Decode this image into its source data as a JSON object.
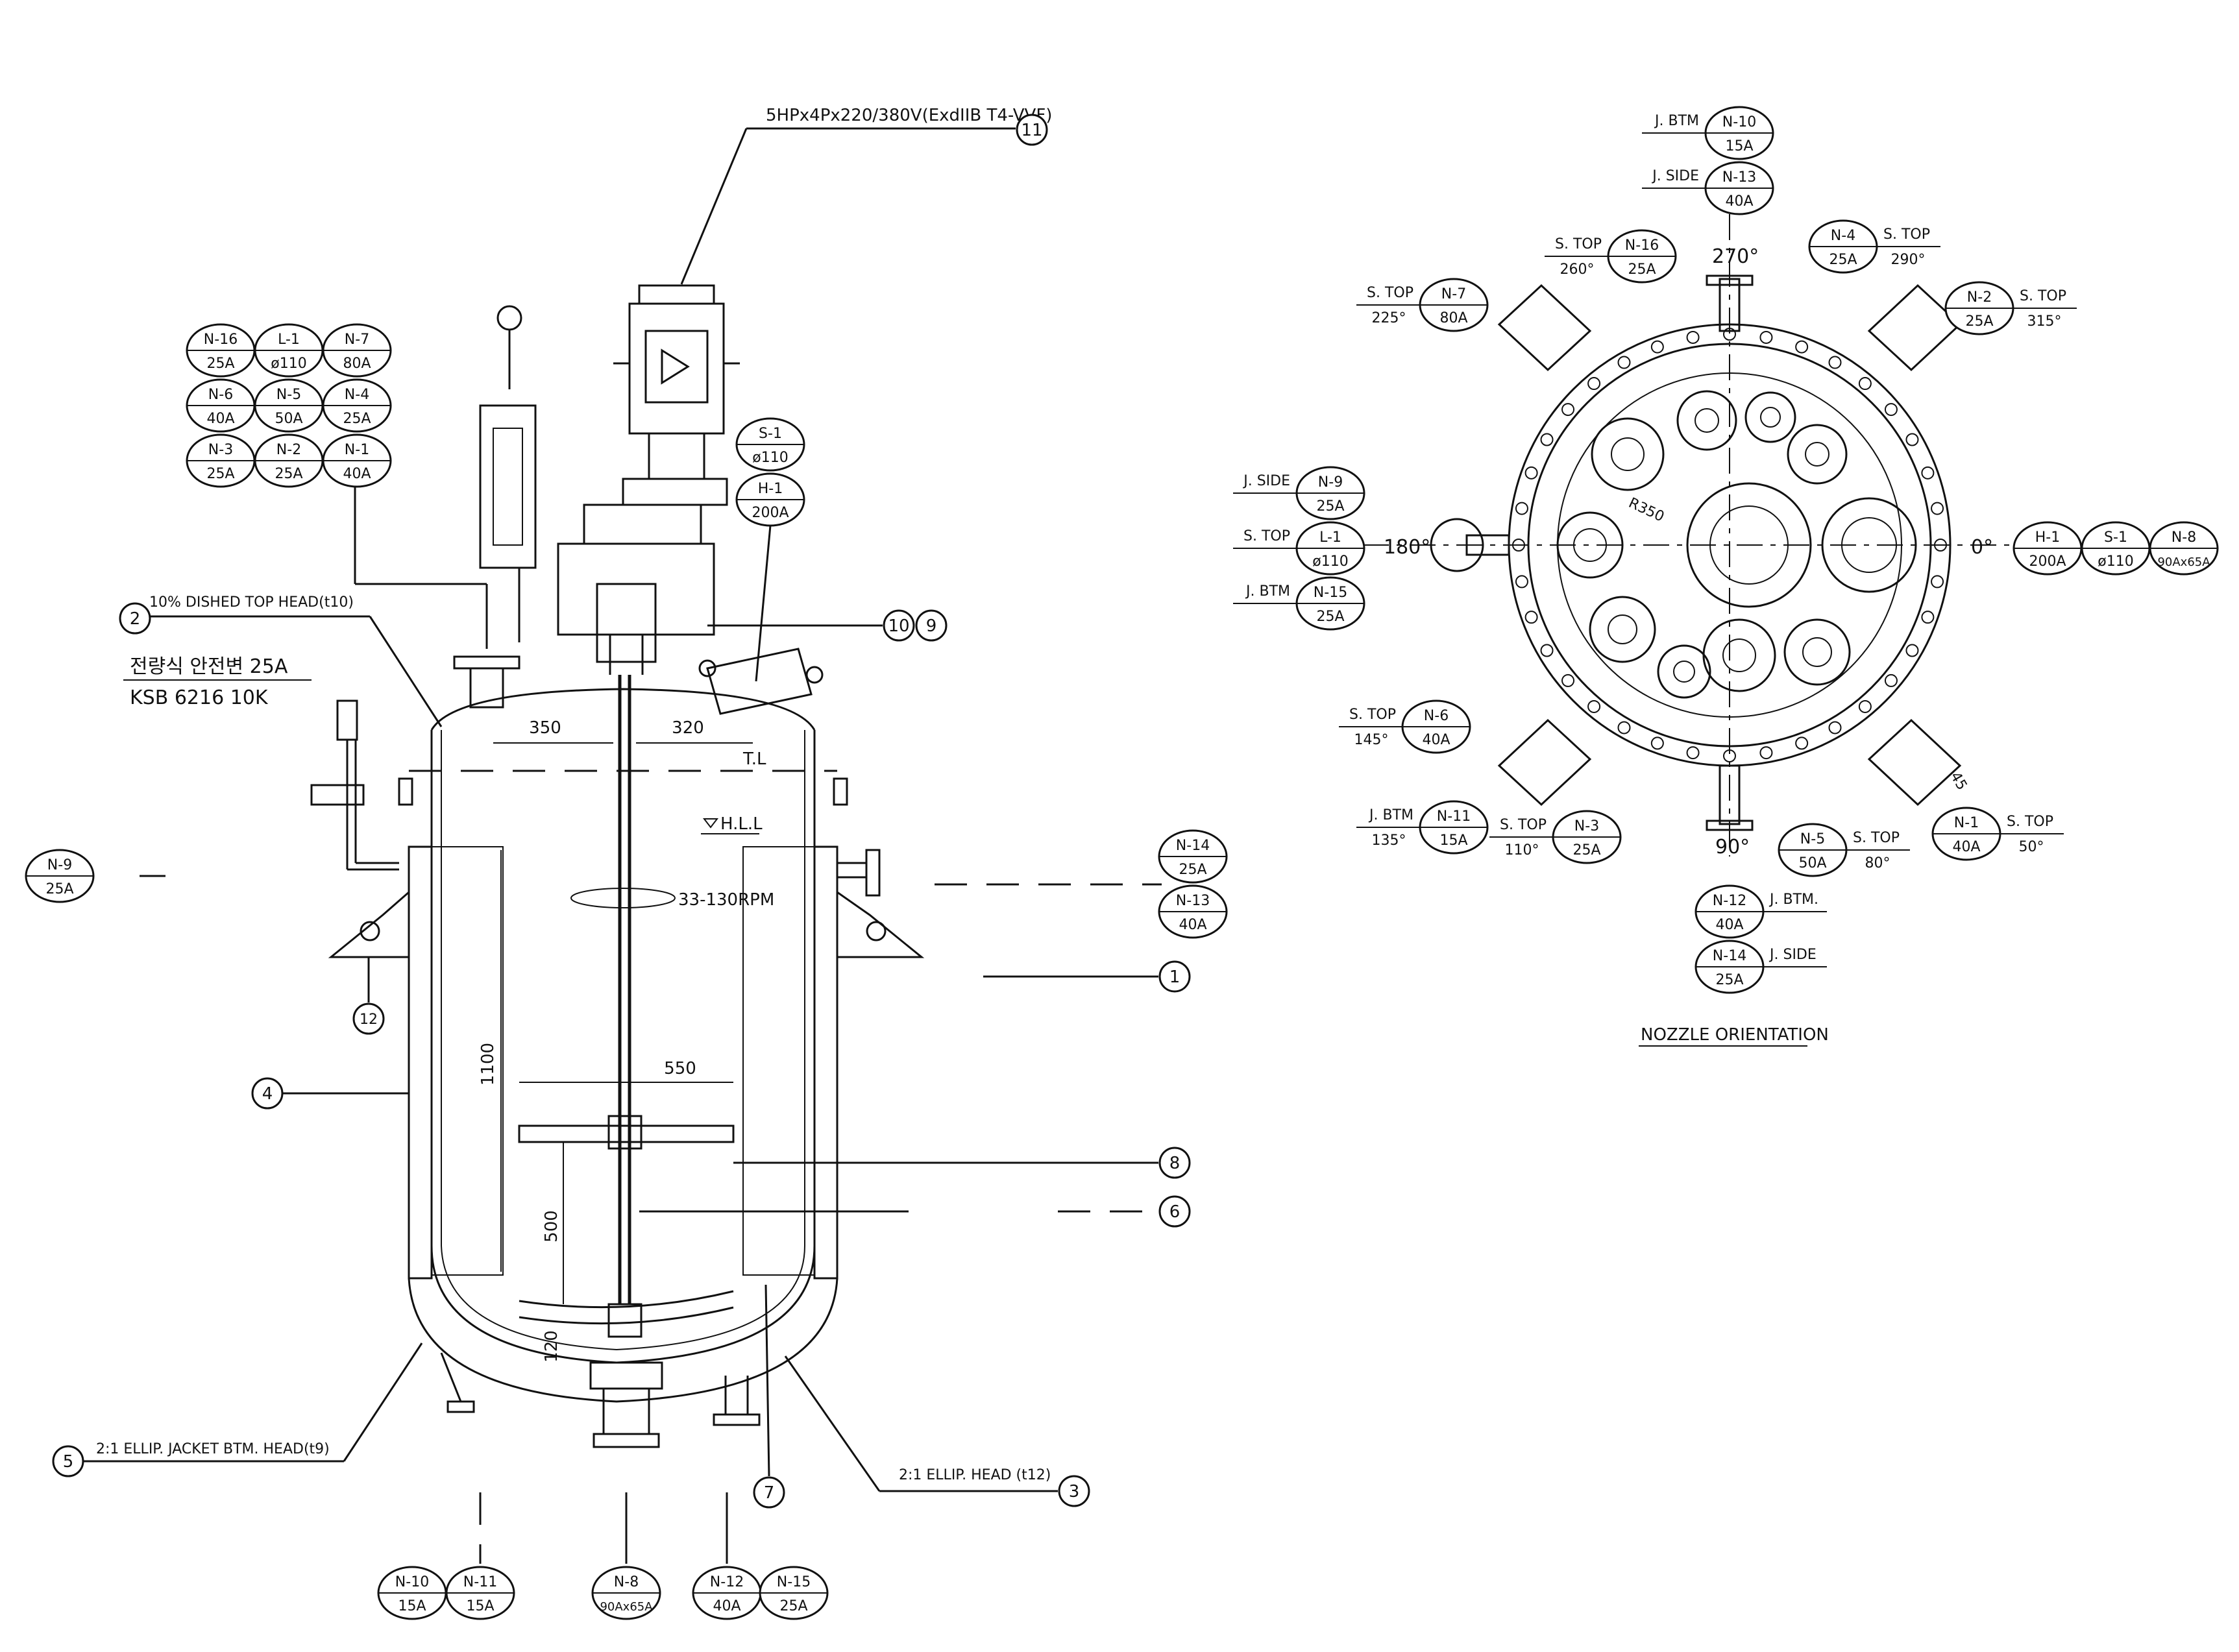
{
  "motor_spec": "5HPx4Px220/380V(ExdIIB T4-VVF)",
  "nozzle_table": [
    [
      {
        "id": "N-16",
        "size": "25A"
      },
      {
        "id": "L-1",
        "size": "ø110"
      },
      {
        "id": "N-7",
        "size": "80A"
      }
    ],
    [
      {
        "id": "N-6",
        "size": "40A"
      },
      {
        "id": "N-5",
        "size": "50A"
      },
      {
        "id": "N-4",
        "size": "25A"
      }
    ],
    [
      {
        "id": "N-3",
        "size": "25A"
      },
      {
        "id": "N-2",
        "size": "25A"
      },
      {
        "id": "N-1",
        "size": "40A"
      }
    ]
  ],
  "manhole_tags": [
    {
      "id": "S-1",
      "size": "ø110"
    },
    {
      "id": "H-1",
      "size": "200A"
    }
  ],
  "left_nozzle": {
    "id": "N-9",
    "size": "25A"
  },
  "right_nozzles": [
    {
      "id": "N-14",
      "size": "25A"
    },
    {
      "id": "N-13",
      "size": "40A"
    }
  ],
  "bottom_nozzles": [
    {
      "id": "N-10",
      "size": "15A"
    },
    {
      "id": "N-11",
      "size": "15A"
    },
    {
      "id": "N-8",
      "size": "90Ax65A"
    },
    {
      "id": "N-12",
      "size": "40A"
    },
    {
      "id": "N-15",
      "size": "25A"
    }
  ],
  "labels": {
    "top_head": "10% DISHED TOP HEAD(t10)",
    "safety_valve_kr": "전량식 안전변 25A",
    "safety_valve_std": "KSB 6216 10K",
    "jacket_btm_head": "2:1 ELLIP. JACKET BTM. HEAD(t9)",
    "ellip_head": "2:1 ELLIP. HEAD (t12)",
    "rpm": "33-130RPM",
    "hll": "H.L.L",
    "tl": "T.L",
    "orientation_title": "NOZZLE ORIENTATION"
  },
  "dimensions": {
    "d350": "350",
    "d320": "320",
    "d550": "550",
    "d1100": "1100",
    "d500": "500",
    "d120": "120"
  },
  "callouts": {
    "c1": "1",
    "c2": "2",
    "c3": "3",
    "c4": "4",
    "c5": "5",
    "c6": "6",
    "c7": "7",
    "c8": "8",
    "c9": "9",
    "c10": "10",
    "c11": "11",
    "c12": "12"
  },
  "angles": {
    "a0": "0°",
    "a90": "90°",
    "a180": "180°",
    "a270": "270°",
    "r350": "R350",
    "a45": "45"
  },
  "orientation_tags": [
    {
      "key": "n10",
      "pre": "J. BTM",
      "id": "N-10",
      "size": "15A",
      "post": "",
      "sub": ""
    },
    {
      "key": "n13",
      "pre": "J. SIDE",
      "id": "N-13",
      "size": "40A",
      "post": "",
      "sub": ""
    },
    {
      "key": "n16",
      "pre": "S. TOP",
      "sub": "260°",
      "id": "N-16",
      "size": "25A",
      "post": ""
    },
    {
      "key": "n4",
      "pre": "",
      "id": "N-4",
      "size": "25A",
      "post": "S. TOP",
      "sub": "290°"
    },
    {
      "key": "n7",
      "pre": "S. TOP",
      "sub": "225°",
      "id": "N-7",
      "size": "80A",
      "post": ""
    },
    {
      "key": "n2",
      "pre": "",
      "id": "N-2",
      "size": "25A",
      "post": "S. TOP",
      "sub": "315°"
    },
    {
      "key": "n9",
      "pre": "J. SIDE",
      "id": "N-9",
      "size": "25A",
      "post": "",
      "sub": ""
    },
    {
      "key": "l1",
      "pre": "S. TOP",
      "id": "L-1",
      "size": "ø110",
      "post": "",
      "sub": ""
    },
    {
      "key": "n15",
      "pre": "J. BTM",
      "id": "N-15",
      "size": "25A",
      "post": "",
      "sub": ""
    },
    {
      "key": "h1",
      "pre": "",
      "id": "H-1",
      "size": "200A",
      "post": "",
      "sub": ""
    },
    {
      "key": "s1",
      "pre": "",
      "id": "S-1",
      "size": "ø110",
      "post": "",
      "sub": ""
    },
    {
      "key": "n8",
      "pre": "",
      "id": "N-8",
      "size": "90Ax65A",
      "post": "",
      "sub": ""
    },
    {
      "key": "n6",
      "pre": "S. TOP",
      "sub": "145°",
      "id": "N-6",
      "size": "40A",
      "post": ""
    },
    {
      "key": "n11",
      "pre": "J. BTM",
      "sub": "135°",
      "id": "N-11",
      "size": "15A",
      "post": ""
    },
    {
      "key": "n3",
      "pre": "S. TOP",
      "sub": "110°",
      "id": "N-3",
      "size": "25A",
      "post": ""
    },
    {
      "key": "n5",
      "pre": "",
      "id": "N-5",
      "size": "50A",
      "post": "S. TOP",
      "sub": "80°"
    },
    {
      "key": "n1",
      "pre": "",
      "id": "N-1",
      "size": "40A",
      "post": "S. TOP",
      "sub": "50°"
    },
    {
      "key": "n12",
      "pre": "",
      "id": "N-12",
      "size": "40A",
      "post": "J. BTM.",
      "sub": ""
    },
    {
      "key": "n14",
      "pre": "",
      "id": "N-14",
      "size": "25A",
      "post": "J. SIDE",
      "sub": ""
    }
  ]
}
